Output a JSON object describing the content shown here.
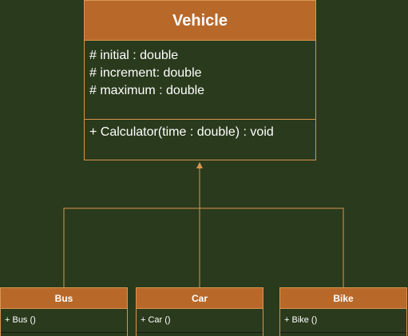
{
  "vehicle": {
    "name": "Vehicle",
    "attributes": [
      "# initial : double",
      "# increment: double",
      "# maximum : double"
    ],
    "operations": [
      "+ Calculator(time : double) : void"
    ]
  },
  "subclasses": [
    {
      "name": "Bus",
      "operation": "+ Bus ()"
    },
    {
      "name": "Car",
      "operation": "+ Car ()"
    },
    {
      "name": "Bike",
      "operation": "+ Bike ()"
    }
  ],
  "colors": {
    "background": "#2a3a1c",
    "header": "#b8692a",
    "border": "#d8954f",
    "text": "#ffffff"
  }
}
